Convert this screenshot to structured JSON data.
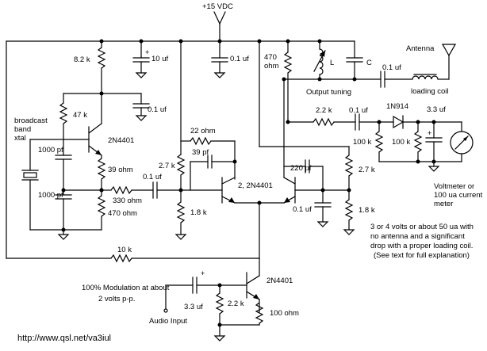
{
  "supply": "+15 VDC",
  "url": "http://www.qsl.net/va3iul",
  "oscillator": {
    "r_top": "8.2 k",
    "r_base": "47 k",
    "crystal": [
      "broadcast",
      "band",
      "xtal"
    ],
    "c_top": "1000 pf",
    "c_bot": "1000 pf",
    "r_emitter": "39 ohm",
    "r_emitter2": "470 ohm",
    "transistor": "2N4401",
    "c_bypass": "0.1 uf",
    "c_supply": "10 uf",
    "r_series": "330 ohm",
    "c_couple": "0.1 uf"
  },
  "amplifier": {
    "c_supply": "0.1 uf",
    "r_bias_top": "2.7 k",
    "r_bias_bot": "1.8 k",
    "r_feedback": "22 ohm",
    "c_feedback": "39 pf",
    "transistor": "2, 2N4401",
    "c_220": "220 pf",
    "r_bias_top2": "2.7 k",
    "r_bias_bot2": "1.8 k",
    "c_bypass2": "0.1 uf",
    "r_collector": [
      "470",
      "ohm"
    ]
  },
  "tank": {
    "inductor": "L",
    "capacitor": "C",
    "label": "Output tuning",
    "c_out": "0.1 uf",
    "loading_coil": "loading coil",
    "antenna": "Antenna"
  },
  "meter": {
    "r_series": "2.2 k",
    "c_series": "0.1 uf",
    "diode": "1N914",
    "c_filter": "3.3 uf",
    "r_load1": "100 k",
    "r_load2": "100 k",
    "caption": [
      "Voltmeter or",
      "100 ua current",
      "meter"
    ]
  },
  "modulator": {
    "r_feed": "10 k",
    "c_input": "3.3 uf",
    "r_bias": "2.2 k",
    "transistor": "2N4401",
    "r_emitter": "100 ohm",
    "audio_label": "Audio Input",
    "note": [
      "100% Modulation at about",
      "2 volts p-p."
    ]
  },
  "notes": [
    "3 or 4 volts or about 50 ua with",
    "no antenna and a significant",
    "drop with a proper loading coil.",
    "(See text for full explanation)"
  ]
}
